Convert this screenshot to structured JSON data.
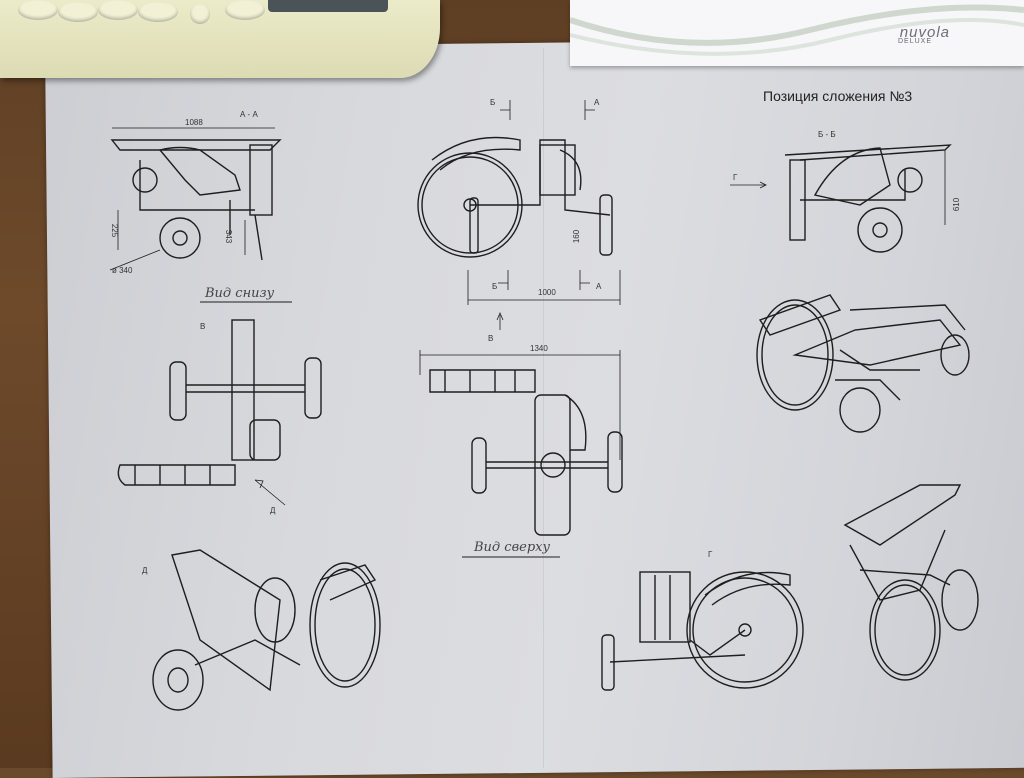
{
  "sheet": {
    "title": "Позиция сложения №3",
    "view_bottom": "Вид снизу",
    "view_top": "Вид сверху",
    "section_aa": "А - А",
    "section_bb": "Б - Б",
    "mark_b": "Б",
    "mark_a": "А",
    "mark_v": "В",
    "mark_g": "Г",
    "mark_d": "Д",
    "dim_1088": "1088",
    "dim_1000": "1000",
    "dim_1340": "1340",
    "dim_610": "610",
    "dim_343": "343",
    "dim_160": "160",
    "dim_diam": "ø 340",
    "dim_225": "225"
  },
  "box": {
    "brand": "nuvola",
    "model": "DELUXE"
  },
  "colors": {
    "wood": "#6b4a2c",
    "paper": "#d8d9dd",
    "ink": "#222222",
    "calculator": "#e6e5c2"
  }
}
